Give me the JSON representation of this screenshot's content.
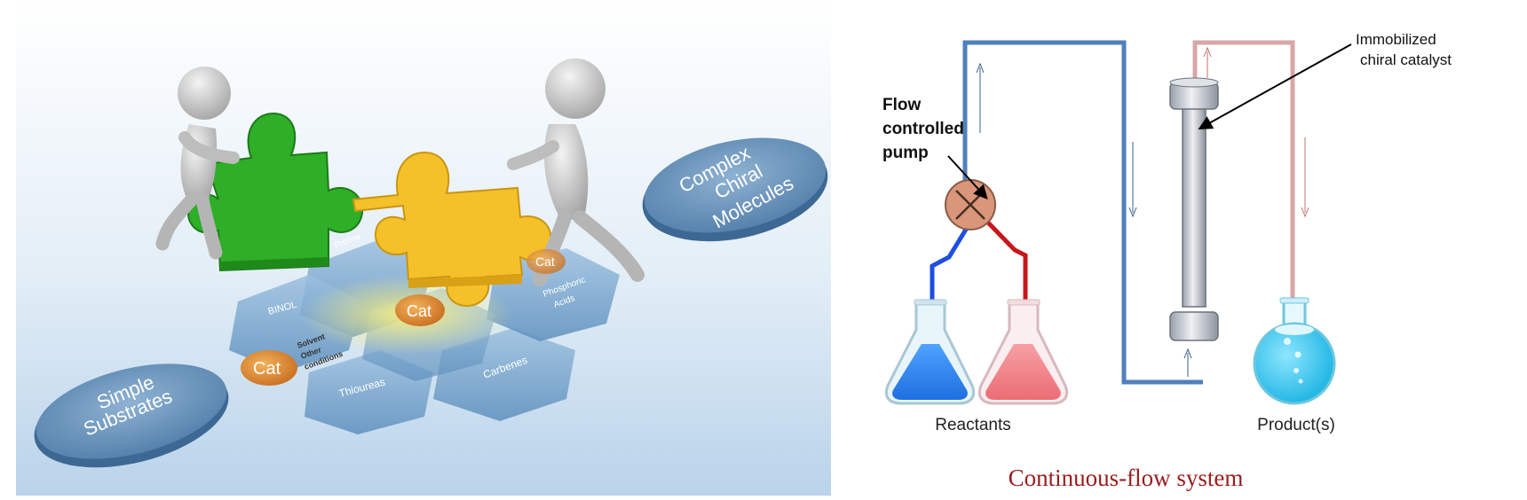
{
  "left_illustration": {
    "ellipse_simple": [
      "Simple",
      "Substrates"
    ],
    "ellipse_complex": [
      "Complex",
      "Chiral",
      "Molecules"
    ],
    "cat_label": "Cat",
    "cat_conditions": [
      "Solvent",
      "Other",
      "conditions"
    ],
    "hexagons": {
      "proline": "Proline",
      "binol": "BINOL",
      "thioureas": "Thioureas",
      "carbenes": "Carbenes",
      "phosphoric": [
        "Phosphoric",
        "Acids"
      ]
    }
  },
  "flow_diagram": {
    "pump_label": [
      "Flow",
      "controlled",
      "pump"
    ],
    "catalyst_label": [
      "Immobilized",
      "chiral catalyst"
    ],
    "reactants_label": "Reactants",
    "products_label": "Product(s)",
    "title": "Continuous-flow system",
    "colors": {
      "blue_tube": "#4f81bd",
      "red_tube": "#d9a6a6",
      "pump": "#d9967a",
      "blue_liquid": "#1e7ff0",
      "red_liquid": "#f07a80",
      "cyan_liquid": "#2cc4ee",
      "title": "#9b1c1c"
    }
  }
}
